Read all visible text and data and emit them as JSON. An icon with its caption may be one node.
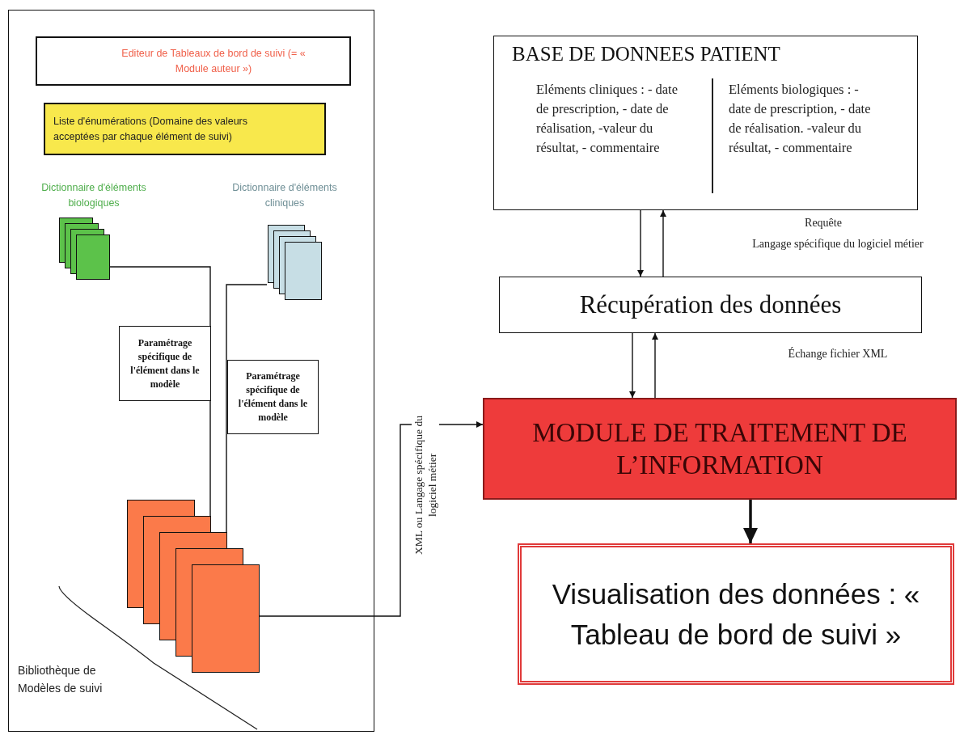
{
  "diagram": {
    "nodes": [
      {
        "text": [],
        "shape": "box"
      },
      {
        "text": [
          "Editeur de Tableaux de bord de suivi (= « Module auteur »)"
        ],
        "in": 0
      },
      {
        "text": [
          "Liste d'énumérations (Domaine des valeurs acceptées par chaque élément de suivi)"
        ],
        "in": 0
      },
      {
        "text": [
          "Dictionnaire d'éléments biologiques"
        ],
        "in": 0
      },
      {
        "text": [
          "Dictionnaire d'éléments cliniques"
        ],
        "in": 0
      },
      {
        "text": [
          "Paramétrage spécifique de l'élément dans le modèle"
        ],
        "in": 0
      },
      {
        "text": [
          "Paramétrage spécifique de l'élément dans le modèle"
        ],
        "in": 0
      },
      {
        "text": [],
        "shape": "box",
        "in": 0,
        "beside": [
          "Bibliothèque de Modèles de suivi"
        ]
      },
      {
        "text": [
          "BASE DE DONNEES PATIENT",
          "Eléments cliniques : - date de prescription, - date de réalisation, -valeur du résultat, - commentaire",
          "Eléments biologiques : - date de prescription, - date de réalisation. -valeur du résultat, - commentaire"
        ]
      },
      {
        "text": [
          "Récupération des données"
        ]
      },
      {
        "text": [
          "MODULE DE TRAITEMENT DE L’INFORMATION"
        ]
      },
      {
        "text": [
          "Visualisation des données : « Tableau de bord de suivi »"
        ]
      }
    ],
    "edges": [
      {
        "from": 3,
        "to": 7,
        "arrow": "to"
      },
      {
        "from": 4,
        "to": 7,
        "arrow": "to"
      },
      {
        "from": 7,
        "to": 10,
        "arrow": "to",
        "label": "XML ou Langage spécifique du logiciel métier"
      },
      {
        "from": 8,
        "to": 9,
        "arrow": "to"
      },
      {
        "from": 9,
        "to": 8,
        "arrow": "to"
      },
      {
        "from": 9,
        "to": 10,
        "arrow": "to"
      },
      {
        "from": 10,
        "to": 9,
        "arrow": "to"
      },
      {
        "from": 10,
        "to": 11,
        "arrow": "to",
        "style": "thick"
      }
    ],
    "labels": [
      "Requête",
      "Langage spécifique du logiciel métier",
      "Échange fichier XML"
    ]
  }
}
